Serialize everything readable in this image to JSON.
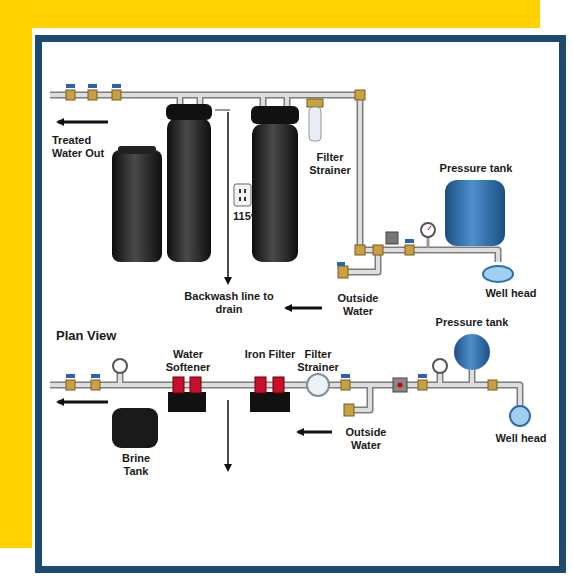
{
  "diagram": {
    "labels": [
      "Treated Water Out",
      "Filter Strainer",
      "115v",
      "Pressure tank",
      "Backwash line to drain",
      "Outside Water",
      "Well head",
      "Plan View",
      "Water Softener",
      "Iron Filter",
      "Filter Strainer",
      "Pressure tank",
      "Outside Water",
      "Brine Tank",
      "Well head"
    ]
  }
}
